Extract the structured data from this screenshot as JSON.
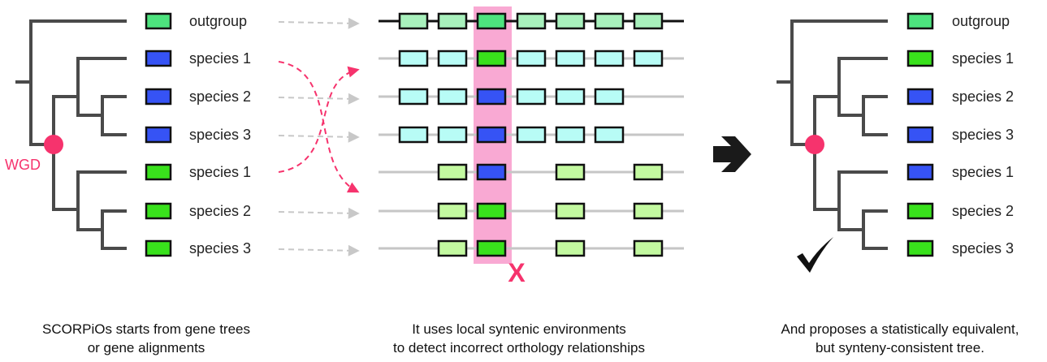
{
  "colors": {
    "tree_line": "#4a4a4a",
    "gene_outgroup": "#4de37e",
    "gene_blue": "#3653f5",
    "gene_green": "#39e11c",
    "syntenic_cyan": "#b8fcf6",
    "syntenic_lightgreen": "#c3f9a0",
    "highlight": "#f9a9d3",
    "wgd_node": "#f6336d",
    "dashed_gray": "#c8c8c8",
    "backbone_light": "#c6c6c6",
    "backbone_dark": "#111111",
    "error_mark": "#f6336d"
  },
  "left_panel": {
    "wgd_label": "WGD",
    "leaves": [
      {
        "label": "outgroup",
        "color": "outgroup"
      },
      {
        "label": "species 1",
        "color": "blue"
      },
      {
        "label": "species 2",
        "color": "blue"
      },
      {
        "label": "species 3",
        "color": "blue"
      },
      {
        "label": "species 1",
        "color": "green"
      },
      {
        "label": "species 2",
        "color": "green"
      },
      {
        "label": "species 3",
        "color": "green"
      }
    ],
    "caption_lines": [
      "SCORPiOs starts from gene trees",
      "or gene alignments"
    ]
  },
  "middle_panel": {
    "rows": [
      {
        "center_color": "outgroup",
        "neighbor_color": "outgroup_light",
        "backbone": "dark"
      },
      {
        "center_color": "green",
        "neighbor_color": "cyan",
        "backbone": "light"
      },
      {
        "center_color": "blue",
        "neighbor_color": "cyan",
        "backbone": "light"
      },
      {
        "center_color": "blue",
        "neighbor_color": "cyan",
        "backbone": "light"
      },
      {
        "center_color": "blue",
        "neighbor_color": "lightgreen",
        "backbone": "light"
      },
      {
        "center_color": "green",
        "neighbor_color": "lightgreen",
        "backbone": "light"
      },
      {
        "center_color": "green",
        "neighbor_color": "lightgreen",
        "backbone": "light"
      }
    ],
    "error_mark": "X",
    "caption_lines": [
      "It uses local syntenic environments",
      "to detect incorrect orthology relationships"
    ]
  },
  "right_panel": {
    "arrow_icon": "right-arrow-icon",
    "check_icon": "checkmark-icon",
    "leaves": [
      {
        "label": "outgroup",
        "color": "outgroup"
      },
      {
        "label": "species 1",
        "color": "green"
      },
      {
        "label": "species 2",
        "color": "blue"
      },
      {
        "label": "species 3",
        "color": "blue"
      },
      {
        "label": "species 1",
        "color": "blue"
      },
      {
        "label": "species 2",
        "color": "green"
      },
      {
        "label": "species 3",
        "color": "green"
      }
    ],
    "caption_lines": [
      "And proposes a statistically equivalent,",
      "but synteny-consistent tree."
    ]
  }
}
